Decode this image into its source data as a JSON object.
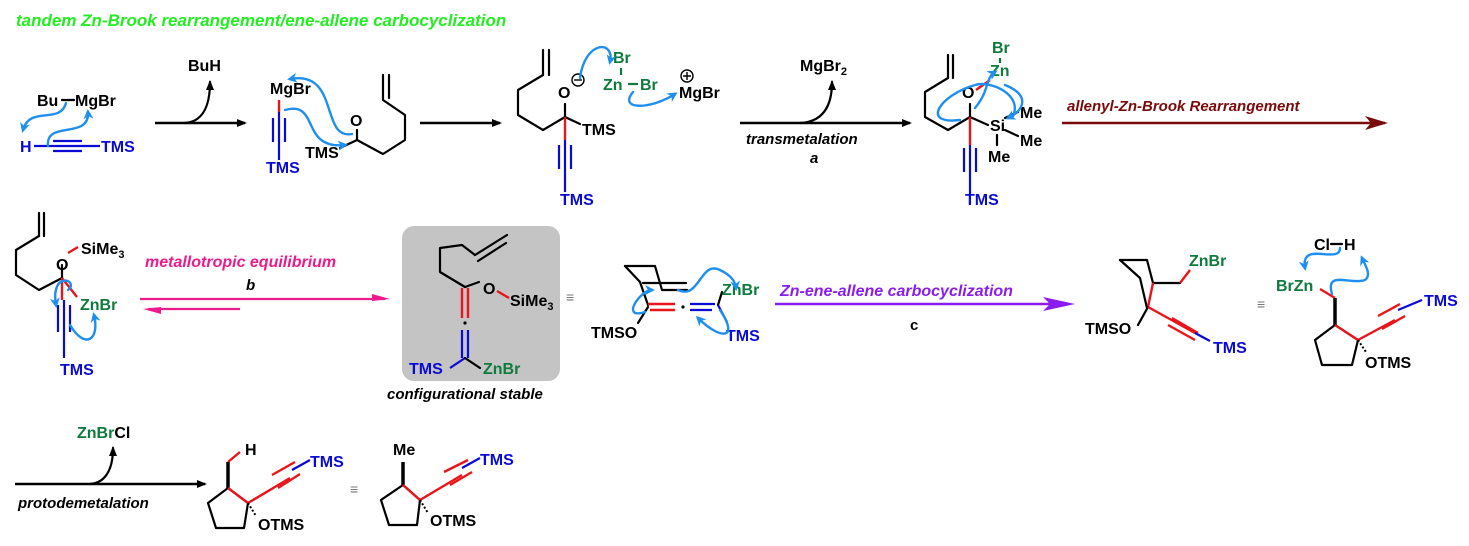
{
  "title": "tandem Zn-Brook rearrangement/ene-allene carbocyclization",
  "colors": {
    "title": "#22ee22",
    "brook_arrow": "#7a0a0a",
    "equilibrium_arrow": "#ee1a8c",
    "carbocyclization_arrow": "#8a1cf0",
    "curly_arrow": "#1e8ff0",
    "highlight_bond": "#e8151b",
    "tms_blue": "#0a0ad6",
    "zinc_green": "#0e7a3c",
    "box_gray": "#c4c4c4"
  },
  "row1": {
    "reagent_bu": "Bu",
    "reagent_mgbr": "MgBr",
    "alkyne_h": "H",
    "tms": "TMS",
    "byproduct1": "BuH",
    "mgbr": "MgBr",
    "ketone_o": "O",
    "alkoxide_o": "O",
    "zn": "Zn",
    "br": "Br",
    "mgbr_cation": "MgBr",
    "byproduct2": "MgBr",
    "byproduct2_sub": "2",
    "step_a_label": "transmetalation",
    "step_a_letter": "a",
    "si": "Si",
    "me": "Me",
    "brook_label": "allenyl-Zn-Brook Rearrangement"
  },
  "row2": {
    "sime3": "SiMe",
    "sime3_sub": "3",
    "o": "O",
    "znbr": "ZnBr",
    "tms": "TMS",
    "equilibrium_label": "metallotropic equilibrium",
    "equilibrium_letter": "b",
    "box_caption": "configurational stable",
    "equiv": "≡",
    "tmso": "TMSO",
    "carbocyclization_label": "Zn-ene-allene carbocyclization",
    "carbocyclization_letter": "c",
    "brzn": "BrZn",
    "cl": "Cl",
    "h": "H",
    "otms": "OTMS"
  },
  "row3": {
    "byproduct_znbr": "ZnBr",
    "byproduct_cl": "Cl",
    "step_label": "protodemetalation",
    "h": "H",
    "tms": "TMS",
    "otms": "OTMS",
    "equiv": "≡",
    "me": "Me"
  }
}
